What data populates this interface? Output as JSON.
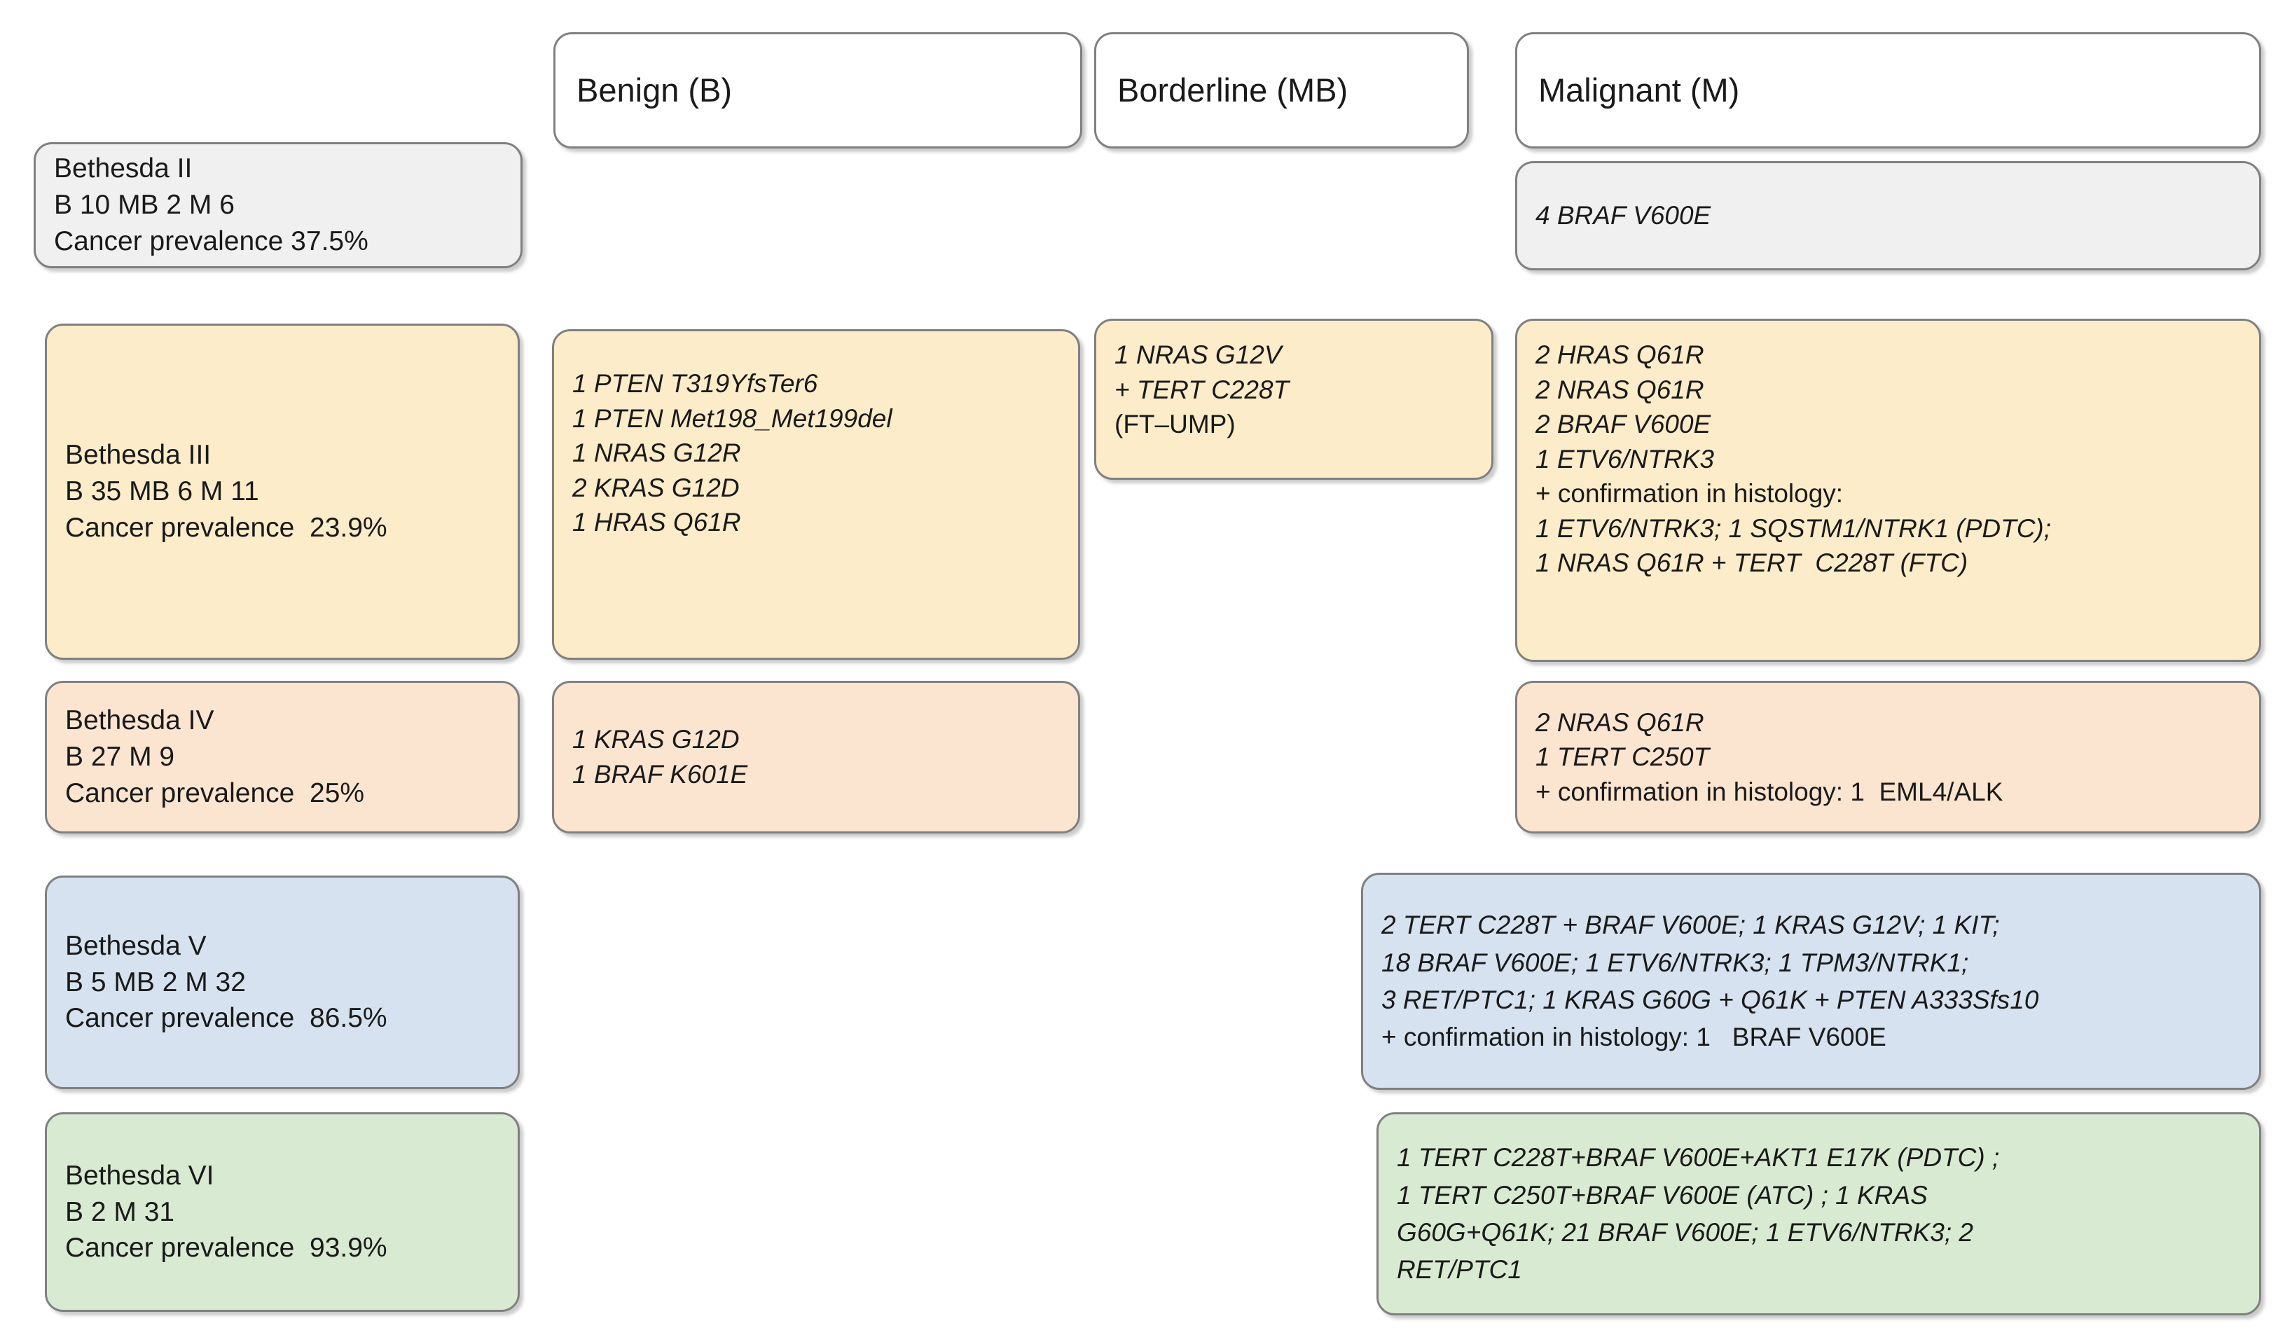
{
  "figure": {
    "type": "matrix-diagram",
    "description": "Bethesda cytology category vs. histology outcome (Benign / Borderline / Malignant) molecular alteration matrix"
  },
  "colors": {
    "gray": "#f0f0f0",
    "cream": "#fcecc9",
    "peach": "#fce5d0",
    "blue": "#d6e2f0",
    "green": "#d9ead3",
    "border": "#808080",
    "white": "#ffffff",
    "text": "#1a1a1a"
  },
  "column_headers": [
    {
      "id": "benign",
      "label": "Benign (B)"
    },
    {
      "id": "borderline",
      "label": "Borderline (MB)"
    },
    {
      "id": "malignant",
      "label": "Malignant (M)"
    }
  ],
  "rows": [
    {
      "id": "bethesda-2",
      "color": "gray",
      "label": {
        "category": "Bethesda II",
        "counts": "B 10 MB 2 M 6",
        "prevalence": "Cancer prevalence 37.5%"
      },
      "benign": null,
      "borderline": null,
      "malignant": {
        "lines": [
          "4 BRAF V600E"
        ]
      }
    },
    {
      "id": "bethesda-3",
      "color": "cream",
      "label": {
        "category": "Bethesda III",
        "counts": "B 35 MB 6 M 11",
        "prevalence": "Cancer prevalence  23.9%"
      },
      "benign": {
        "lines": [
          "1 PTEN T319YfsTer6",
          "1 PTEN Met198_Met199del",
          "1 NRAS G12R",
          "2 KRAS G12D",
          "1 HRAS Q61R"
        ]
      },
      "borderline": {
        "lines": [
          "1 NRAS G12V",
          "+ TERT C228T",
          "(FT–UMP)"
        ]
      },
      "malignant": {
        "lines": [
          "2 HRAS Q61R",
          "2 NRAS Q61R",
          "2 BRAF V600E",
          "1 ETV6/NTRK3",
          "+ confirmation in histology:",
          "1 ETV6/NTRK3; 1 SQSTM1/NTRK1 (PDTC);",
          "1 NRAS Q61R + TERT  C228T (FTC)"
        ]
      }
    },
    {
      "id": "bethesda-4",
      "color": "peach",
      "label": {
        "category": "Bethesda IV",
        "counts": "B 27 M 9",
        "prevalence": "Cancer prevalence  25%"
      },
      "benign": {
        "lines": [
          "1 KRAS G12D",
          "1 BRAF K601E"
        ]
      },
      "borderline": null,
      "malignant": {
        "lines": [
          "2 NRAS Q61R",
          "1 TERT C250T",
          "+ confirmation in histology: 1  EML4/ALK"
        ]
      }
    },
    {
      "id": "bethesda-5",
      "color": "blue",
      "label": {
        "category": "Bethesda V",
        "counts": "B 5 MB 2 M 32",
        "prevalence": "Cancer prevalence  86.5%"
      },
      "benign": null,
      "borderline": null,
      "malignant": {
        "lines": [
          "2 TERT C228T + BRAF V600E; 1 KRAS G12V; 1 KIT;",
          "18 BRAF V600E; 1 ETV6/NTRK3; 1 TPM3/NTRK1;",
          "3 RET/PTC1; 1 KRAS G60G + Q61K + PTEN A333Sfs10",
          "+ confirmation in histology: 1   BRAF V600E"
        ]
      }
    },
    {
      "id": "bethesda-6",
      "color": "green",
      "label": {
        "category": "Bethesda VI",
        "counts": "B 2 M 31",
        "prevalence": "Cancer prevalence  93.9%"
      },
      "benign": null,
      "borderline": null,
      "malignant": {
        "lines": [
          "1 TERT C228T+BRAF V600E+AKT1 E17K (PDTC) ;",
          "1 TERT C250T+BRAF V600E (ATC) ; 1 KRAS",
          "G60G+Q61K; 21 BRAF V600E; 1 ETV6/NTRK3; 2",
          "RET/PTC1"
        ]
      }
    }
  ]
}
